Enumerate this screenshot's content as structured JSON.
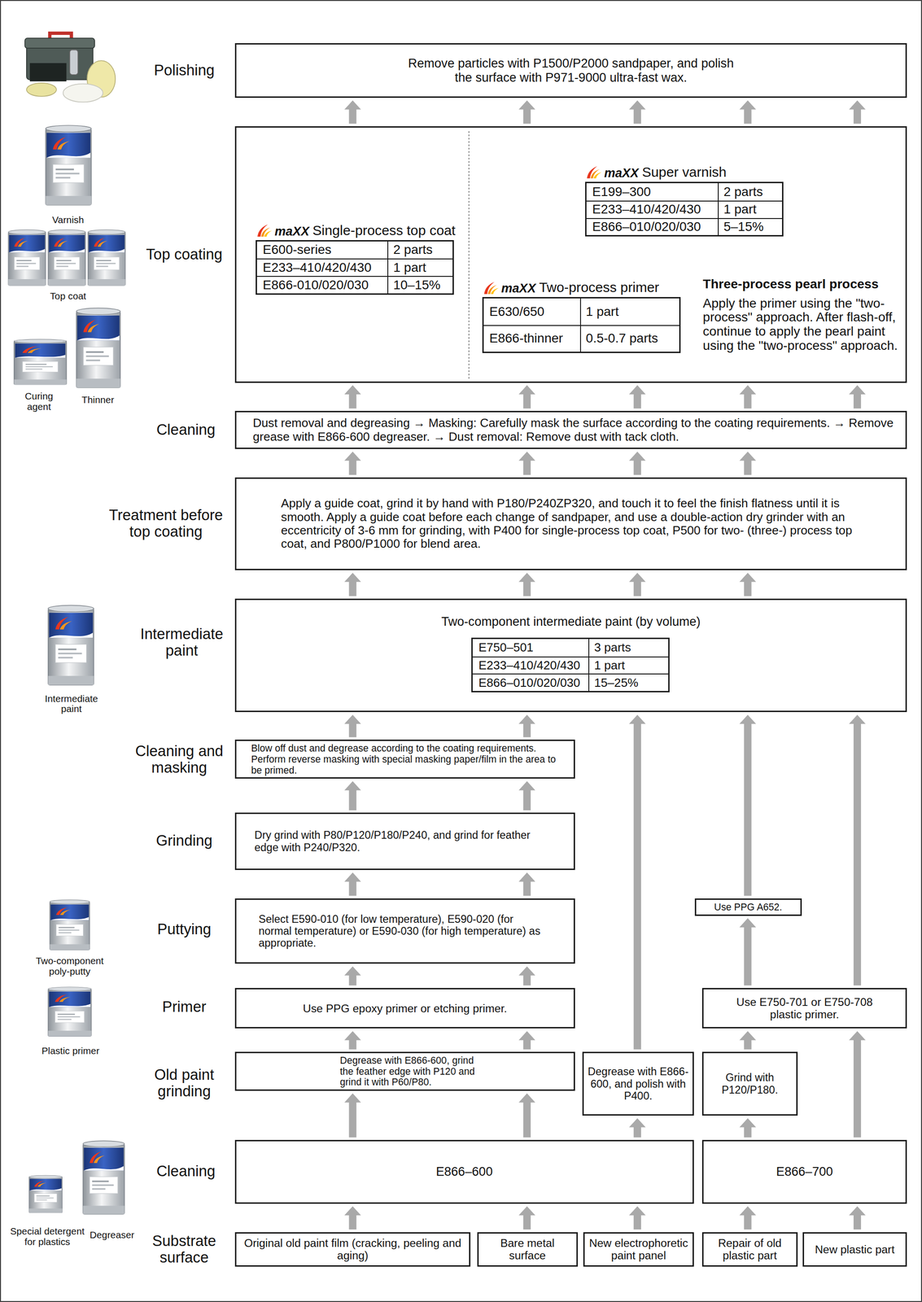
{
  "diagram": {
    "nodes": [
      {
        "text": [
          "Remove particles with P1500/P2000 sandpaper, and polish the surface with P971-9000 ultra-fast wax."
        ]
      },
      {
        "text": [
          "Three-process pearl process",
          "Apply the primer using the \"two-process\" approach. After flash-off, continue to apply the pearl paint using the \"two-process\" approach."
        ]
      },
      {
        "text": [
          "maXX",
          "Single-process top coat",
          "E600-series",
          "2 parts",
          "E233–410/420/430",
          "1 part",
          "E866-010/020/030",
          "10–15%"
        ],
        "in": 1
      },
      {
        "text": [
          "maXX",
          "Super varnish",
          "E199–300",
          "2 parts",
          "E233–410/420/430",
          "1 part",
          "E866–010/020/030",
          "5–15%"
        ],
        "in": 1
      },
      {
        "text": [
          "maXX",
          "Two-process primer",
          "E630/650",
          "1 part",
          "E866-thinner",
          "0.5-0.7 parts"
        ],
        "in": 1
      },
      {
        "text": [
          "Dust removal and degreasing → Masking: Carefully mask the surface according to the coating requirements. → Remove grease with E866-600 degreaser. → Dust removal: Remove dust with tack cloth."
        ]
      },
      {
        "text": [
          "Apply a guide coat, grind it by hand with P180/P240ZP320, and touch it to feel the finish flatness until it is smooth. Apply a guide coat before each change of sandpaper, and use a double-action dry grinder with an eccentricity of 3-6 mm for grinding, with P400 for single-process top coat, P500 for two- (three-) process top coat, and P800/P1000 for blend area."
        ]
      },
      {
        "text": [
          "Two-component intermediate paint (by volume)"
        ]
      },
      {
        "text": [
          "E750–501",
          "3 parts",
          "E233–410/420/430",
          "1 part",
          "E866–010/020/030",
          "15–25%"
        ],
        "in": 7
      },
      {
        "text": [
          "Blow off dust and degrease according to the coating requirements. Perform reverse masking with special masking paper/film in the area to be primed."
        ]
      },
      {
        "text": [
          "Dry grind with P80/P120/P180/P240, and grind for feather edge with P240/P320."
        ]
      },
      {
        "text": [
          "Select E590-010 (for low temperature), E590-020 (for normal temperature) or E590-030 (for high temperature) as appropriate."
        ]
      },
      {
        "text": [
          "Use PPG A652."
        ]
      },
      {
        "text": [
          "Use PPG epoxy primer or etching primer."
        ]
      },
      {
        "text": [
          "Use E750-701 or E750-708 plastic primer."
        ]
      },
      {
        "text": [
          "Degrease with E866-600, grind the feather edge with P120 and grind it with P60/P80."
        ]
      },
      {
        "text": [
          "Degrease with E866-600, and polish with P400."
        ]
      },
      {
        "text": [
          "Grind with P120/P180."
        ]
      },
      {
        "text": [
          "E866–600"
        ]
      },
      {
        "text": [
          "E866–700"
        ]
      },
      {
        "text": [
          "Original old paint film (cracking, peeling and aging)"
        ]
      },
      {
        "text": [
          "Bare metal surface"
        ]
      },
      {
        "text": [
          "New electrophoretic paint panel"
        ]
      },
      {
        "text": [
          "Repair of old plastic part"
        ]
      },
      {
        "text": [
          "New plastic part"
        ]
      }
    ],
    "edges": [
      {
        "from": 20,
        "to": 18,
        "arrow": "to"
      },
      {
        "from": 21,
        "to": 18,
        "arrow": "to"
      },
      {
        "from": 22,
        "to": 18,
        "arrow": "to"
      },
      {
        "from": 23,
        "to": 19,
        "arrow": "to"
      },
      {
        "from": 24,
        "to": 19,
        "arrow": "to"
      },
      {
        "from": 18,
        "to": 15,
        "arrow": "to"
      },
      {
        "from": 18,
        "to": 15,
        "arrow": "to"
      },
      {
        "from": 18,
        "to": 16,
        "arrow": "to"
      },
      {
        "from": 19,
        "to": 17,
        "arrow": "to"
      },
      {
        "from": 19,
        "to": 14,
        "arrow": "to"
      },
      {
        "from": 15,
        "to": 13,
        "arrow": "to"
      },
      {
        "from": 15,
        "to": 13,
        "arrow": "to"
      },
      {
        "from": 17,
        "to": 14,
        "arrow": "to"
      },
      {
        "from": 16,
        "to": 7,
        "arrow": "to"
      },
      {
        "from": 13,
        "to": 11,
        "arrow": "to"
      },
      {
        "from": 13,
        "to": 11,
        "arrow": "to"
      },
      {
        "from": 14,
        "to": 12,
        "arrow": "to"
      },
      {
        "from": 14,
        "to": 7,
        "arrow": "to"
      },
      {
        "from": 11,
        "to": 10,
        "arrow": "to"
      },
      {
        "from": 11,
        "to": 10,
        "arrow": "to"
      },
      {
        "from": 12,
        "to": 7,
        "arrow": "to"
      },
      {
        "from": 10,
        "to": 9,
        "arrow": "to"
      },
      {
        "from": 10,
        "to": 9,
        "arrow": "to"
      },
      {
        "from": 9,
        "to": 7,
        "arrow": "to"
      },
      {
        "from": 9,
        "to": 7,
        "arrow": "to"
      },
      {
        "from": 7,
        "to": 6,
        "arrow": "to"
      },
      {
        "from": 7,
        "to": 6,
        "arrow": "to"
      },
      {
        "from": 7,
        "to": 6,
        "arrow": "to"
      },
      {
        "from": 7,
        "to": 6,
        "arrow": "to"
      },
      {
        "from": 6,
        "to": 5,
        "arrow": "to"
      },
      {
        "from": 6,
        "to": 5,
        "arrow": "to"
      },
      {
        "from": 6,
        "to": 5,
        "arrow": "to"
      },
      {
        "from": 6,
        "to": 5,
        "arrow": "to"
      },
      {
        "from": 5,
        "to": 1,
        "arrow": "to"
      },
      {
        "from": 5,
        "to": 1,
        "arrow": "to"
      },
      {
        "from": 5,
        "to": 1,
        "arrow": "to"
      },
      {
        "from": 5,
        "to": 1,
        "arrow": "to"
      },
      {
        "from": 5,
        "to": 1,
        "arrow": "to"
      },
      {
        "from": 1,
        "to": 0,
        "arrow": "to"
      },
      {
        "from": 1,
        "to": 0,
        "arrow": "to"
      },
      {
        "from": 1,
        "to": 0,
        "arrow": "to"
      },
      {
        "from": 1,
        "to": 0,
        "arrow": "to"
      },
      {
        "from": 1,
        "to": 0,
        "arrow": "to"
      }
    ],
    "labels": [
      "Polishing",
      "Varnish",
      "Top coating",
      "Top coat",
      "Curing agent",
      "Thinner",
      "Cleaning",
      "Treatment before top coating",
      "Intermediate paint",
      "Intermediate paint",
      "Cleaning and masking",
      "Grinding",
      "Puttying",
      "Two-component poly-putty",
      "Primer",
      "Plastic primer",
      "Old paint grinding",
      "Cleaning",
      "Special detergent for plastics",
      "Degreaser",
      "Substrate surface"
    ]
  }
}
